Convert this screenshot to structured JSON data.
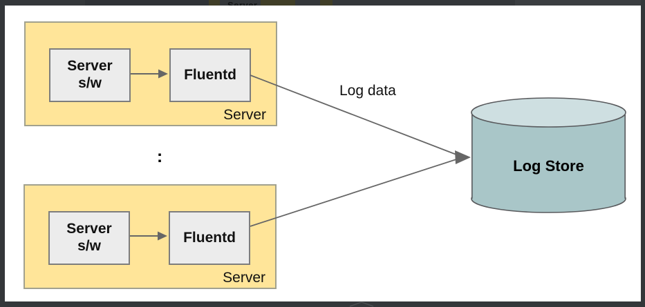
{
  "chrome": {
    "preview_text": "Server"
  },
  "diagram": {
    "separator": ":",
    "edge_label": "Log data",
    "groups": [
      {
        "label": "Server",
        "software_label": "Server\ns/w",
        "agent_label": "Fluentd"
      },
      {
        "label": "Server",
        "software_label": "Server\ns/w",
        "agent_label": "Fluentd"
      }
    ],
    "store_label": "Log Store"
  },
  "colors": {
    "chrome_background": "#34373a",
    "slide_background": "#ffffff",
    "group_fill": "#ffe599",
    "group_border": "#a1a18e",
    "box_fill": "#ececec",
    "box_border": "#7d7d7d",
    "connector": "#666666",
    "cylinder_body": "#a9c6c8",
    "cylinder_top": "#cedfe1",
    "cylinder_stroke": "#58595c",
    "text": "#111111"
  }
}
